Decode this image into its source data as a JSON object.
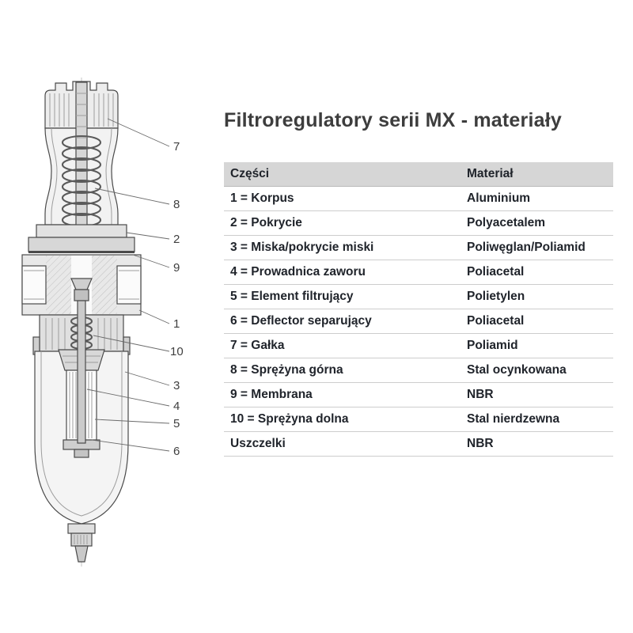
{
  "page": {
    "title": "Filtroregulatory serii MX - materiały"
  },
  "table": {
    "headers": {
      "part": "Części",
      "material": "Materiał"
    },
    "rows": [
      {
        "part": "1 = Korpus",
        "material": "Aluminium"
      },
      {
        "part": "2 = Pokrycie",
        "material": "Polyacetalem"
      },
      {
        "part": "3 = Miska/pokrycie miski",
        "material": "Poliwęglan/Poliamid"
      },
      {
        "part": "4 = Prowadnica zaworu",
        "material": "Poliacetal"
      },
      {
        "part": "5 = Element filtrujący",
        "material": "Polietylen"
      },
      {
        "part": "6 = Deflector separujący",
        "material": "Poliacetal"
      },
      {
        "part": "7 = Gałka",
        "material": "Poliamid"
      },
      {
        "part": "8 = Sprężyna górna",
        "material": "Stal ocynkowana"
      },
      {
        "part": "9 = Membrana",
        "material": "NBR"
      },
      {
        "part": "10 = Sprężyna dolna",
        "material": "Stal nierdzewna"
      },
      {
        "part": "Uszczelki",
        "material": "NBR"
      }
    ]
  },
  "drawing": {
    "callouts": [
      {
        "label": "7"
      },
      {
        "label": "8"
      },
      {
        "label": "2"
      },
      {
        "label": "9"
      },
      {
        "label": "1"
      },
      {
        "label": "10"
      },
      {
        "label": "3"
      },
      {
        "label": "4"
      },
      {
        "label": "5"
      },
      {
        "label": "6"
      }
    ]
  },
  "colors": {
    "title_text": "#3d3d3d",
    "table_text": "#20242b",
    "header_bg": "#d6d6d6",
    "line": "#4a4a4a"
  }
}
